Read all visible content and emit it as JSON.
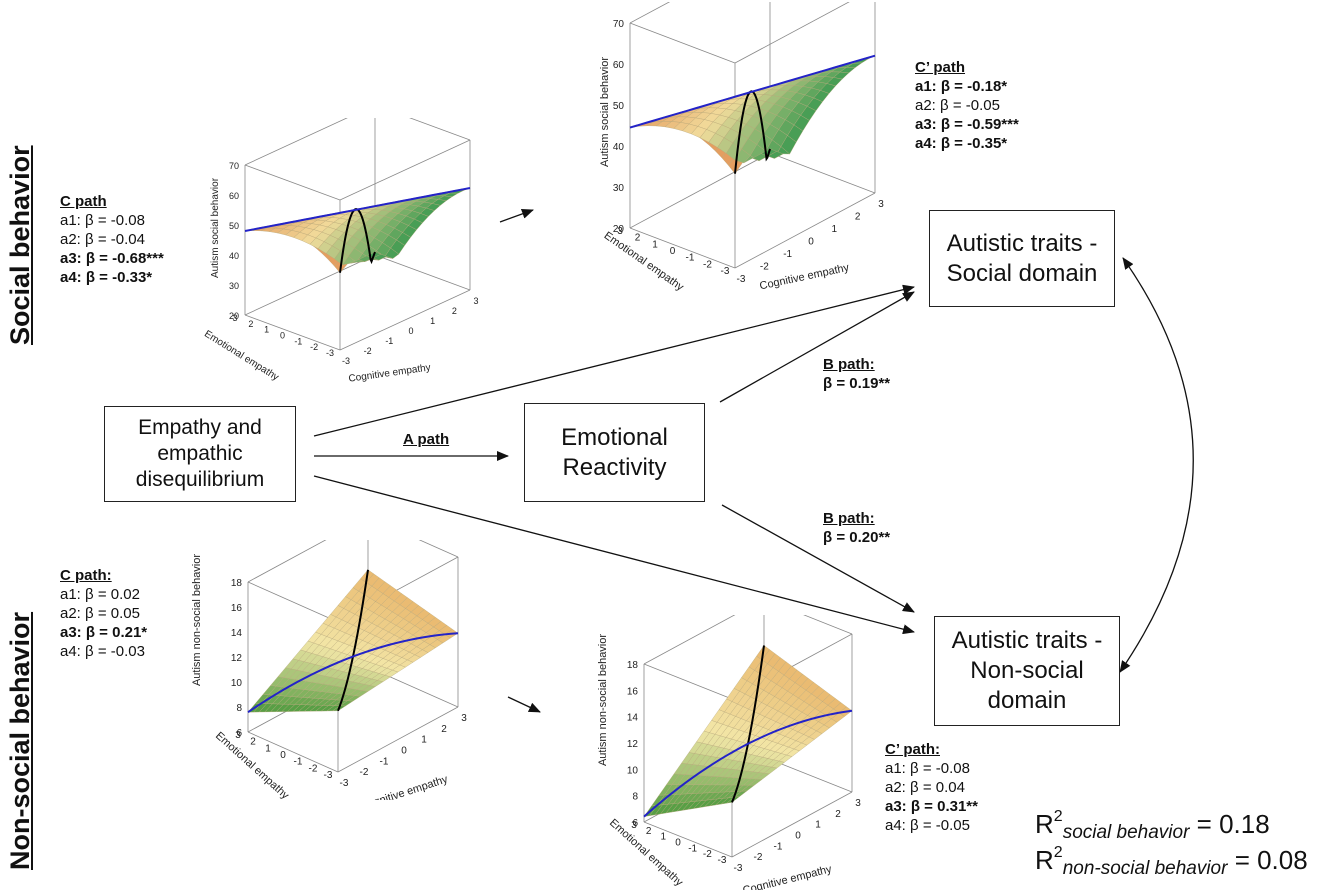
{
  "section_labels": {
    "social": "Social behavior",
    "nonsocial": "Non-social behavior"
  },
  "nodes": {
    "empathy": [
      "Empathy and",
      "empathic",
      "disequilibrium"
    ],
    "reactivity": [
      "Emotional",
      "Reactivity"
    ],
    "social_traits": [
      "Autistic traits -",
      "Social domain"
    ],
    "nonsocial_traits": [
      "Autistic traits -",
      "Non-social",
      "domain"
    ]
  },
  "edge_labels": {
    "a_path": "A path"
  },
  "b_paths": {
    "social": {
      "header": "B path:",
      "value": "β = 0.19**"
    },
    "nonsocial": {
      "header": "B path:",
      "value": "β = 0.20**"
    }
  },
  "coef_blocks": {
    "social_c": {
      "header": "C path",
      "rows": [
        {
          "key": "a1:",
          "value": "β = -0.08",
          "bold": false
        },
        {
          "key": "a2:",
          "value": "β = -0.04",
          "bold": false
        },
        {
          "key": "a3:",
          "value": "β = -0.68***",
          "bold": true
        },
        {
          "key": "a4:",
          "value": "β = -0.33*",
          "bold": true
        }
      ]
    },
    "social_cprime": {
      "header": "C’ path",
      "rows": [
        {
          "key": "a1:",
          "value": "β = -0.18*",
          "bold": true
        },
        {
          "key": "a2:",
          "value": "β = -0.05",
          "bold": false
        },
        {
          "key": "a3:",
          "value": "β =  -0.59***",
          "bold": true
        },
        {
          "key": "a4:",
          "value": "β = -0.35*",
          "bold": true
        }
      ]
    },
    "nonsocial_c": {
      "header": "C path:",
      "rows": [
        {
          "key": "a1:",
          "value": "β = 0.02",
          "bold": false
        },
        {
          "key": "a2:",
          "value": "β = 0.05",
          "bold": false
        },
        {
          "key": "a3:",
          "value": "β = 0.21*",
          "bold": true
        },
        {
          "key": "a4:",
          "value": "β = -0.03",
          "bold": false
        }
      ]
    },
    "nonsocial_cprime": {
      "header": "C’ path:",
      "rows": [
        {
          "key": "a1:",
          "value": "β = -0.08",
          "bold": false
        },
        {
          "key": "a2:",
          "value": "β = 0.04",
          "bold": false
        },
        {
          "key": "a3:",
          "value": "β =  0.31**",
          "bold": true
        },
        {
          "key": "a4:",
          "value": "β = -0.05",
          "bold": false
        }
      ]
    }
  },
  "r_squared": {
    "social": {
      "symbol": "R",
      "power": "2",
      "subscript": "social behavior",
      "value": "= 0.18"
    },
    "nonsocial": {
      "symbol": "R",
      "power": "2",
      "subscript": "non-social behavior",
      "value": "= 0.08"
    }
  },
  "plot_labels": {
    "social_z": "Autism social behavior",
    "nonsocial_z": "Autism non-social behavior",
    "emotional": "Emotional empathy",
    "cognitive": "Cognitive empathy"
  },
  "plot_ticks": {
    "social_z": [
      "20",
      "30",
      "40",
      "50",
      "60",
      "70"
    ],
    "nonsocial_z": [
      "6",
      "8",
      "10",
      "12",
      "14",
      "16",
      "18"
    ],
    "axis": [
      "-3",
      "-2",
      "-1",
      "0",
      "1",
      "2",
      "3"
    ]
  },
  "colors": {
    "social_low": "#e39a5c",
    "social_mid": "#f2dc9c",
    "social_high": "#3e9a50",
    "nonsocial_low": "#4e9a3e",
    "nonsocial_mid": "#f3e7a8",
    "nonsocial_high": "#e9b86e",
    "curve": "#000000",
    "blue_line": "#2323c8"
  }
}
